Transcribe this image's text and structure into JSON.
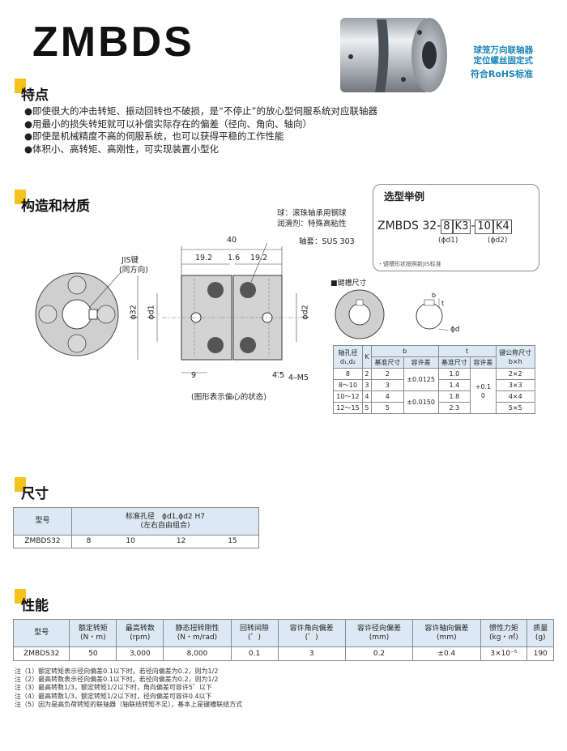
{
  "product": {
    "model": "ZMBDS",
    "tagline1": "球笼万向联轴器",
    "tagline2": "定位螺丝固定式",
    "rohs": "符合RoHS标准"
  },
  "sections": {
    "features": "特点",
    "structure": "构造和材质",
    "dimensions": "尺寸",
    "performance": "性能"
  },
  "features": [
    "●即使很大的冲击转矩、振动回转也不破损，是“不停止”的放心型伺服系统对应联轴器",
    "●用最小的损失转矩就可以补偿实际存在的偏差（径向、角向、轴向）",
    "●即使是机械精度不高的伺服系统，也可以获得平稳的工作性能",
    "●体积小、高转矩、高刚性，可实现装置小型化"
  ],
  "selection": {
    "title": "选型举例",
    "prefix": "ZMBDS 32-",
    "d1": "8",
    "k1": "K3",
    "dash": "-",
    "d2": "10",
    "k2": "K4",
    "d1_label": "(ϕd1)",
    "d2_label": "(ϕd2)",
    "note": "・键槽形状按照新JIS标准"
  },
  "drawing": {
    "ball_label": "球：滚珠轴承用钢球",
    "lube_label": "润滑剂：特殊高粘性",
    "sleeve_label": "轴套：SUS 303",
    "jis_key": "JIS键",
    "jis_key2": "(同方向)",
    "dim_total": "40",
    "dim_left": "19.2",
    "dim_mid": "1.6",
    "dim_right": "19.2",
    "dim_dia": "ϕ32",
    "dim_d1": "ϕd1",
    "dim_d2": "ϕd2",
    "dim_9": "9",
    "dim_45": "4.5",
    "dim_m5": "4–M5",
    "caption": "(图形表示偏心的状态)",
    "keyway_title": "■键槽尺寸",
    "keyway_t": "t",
    "keyway_b": "b",
    "keyway_d": "ϕd"
  },
  "keyway_table": {
    "h1": "轴孔径",
    "h1b": "d₁,d₂",
    "h2": "K",
    "h3": "b",
    "h4": "t",
    "h5": "键公称尺寸",
    "h5b": "b×h",
    "sub": [
      "基准尺寸",
      "容许差",
      "基准尺寸",
      "容许差"
    ],
    "rows": [
      [
        "8",
        "2",
        "2",
        "1.0",
        "2×2"
      ],
      [
        "8〜10",
        "3",
        "3",
        "1.4",
        "3×3"
      ],
      [
        "10〜12",
        "4",
        "4",
        "1.8",
        "4×4"
      ],
      [
        "12〜15",
        "5",
        "5",
        "2.3",
        "5×5"
      ]
    ],
    "tol_b1": "±0.0125",
    "tol_b2": "±0.0150",
    "tol_t": "+0.1",
    "tol_t2": "0"
  },
  "dim_table": {
    "h_model": "型号",
    "h_bore": "标准孔径　ϕd1,ϕd2 H7",
    "h_bore2": "(左右自由组合)",
    "model": "ZMBDS32",
    "bores": [
      "8",
      "10",
      "12",
      "15"
    ]
  },
  "perf_table": {
    "headers": [
      [
        "型号",
        ""
      ],
      [
        "额定转矩",
        "(N・m)"
      ],
      [
        "最高转数",
        "(rpm)"
      ],
      [
        "静态扭转刚性",
        "(N・m/rad)"
      ],
      [
        "回转间隙",
        "(゜)"
      ],
      [
        "容许角向偏差",
        "(゜)"
      ],
      [
        "容许径向偏差",
        "(mm)"
      ],
      [
        "容许轴向偏差",
        "(mm)"
      ],
      [
        "惯性力矩",
        "(kg・㎡)"
      ],
      [
        "质量",
        "(g)"
      ]
    ],
    "row": [
      "ZMBDS32",
      "50",
      "3,000",
      "8,000",
      "0.1",
      "3",
      "0.2",
      "±0.4",
      "3×10⁻⁵",
      "190"
    ]
  },
  "notes": [
    "注（1）额定转矩表示径向偏差0.1以下时。若径向偏差为0.2，则为1/2",
    "注（2）最高转数表示径向偏差0.1以下时。若径向偏差为0.2，则为1/2",
    "注（3）最高转数1/3，额定转矩1/2以下时，角向偏差可容许5゜以下",
    "注（4）最高转数1/3，额定转矩1/2以下时，径向偏差可容许0.4以下",
    "注（5）因为是高负荷转矩的联轴器（轴联结转矩不足），基本上是键槽联结方式"
  ],
  "colors": {
    "accent": "#f6c21c",
    "blue": "#1c86b8",
    "header_bg": "#dce9f4"
  }
}
